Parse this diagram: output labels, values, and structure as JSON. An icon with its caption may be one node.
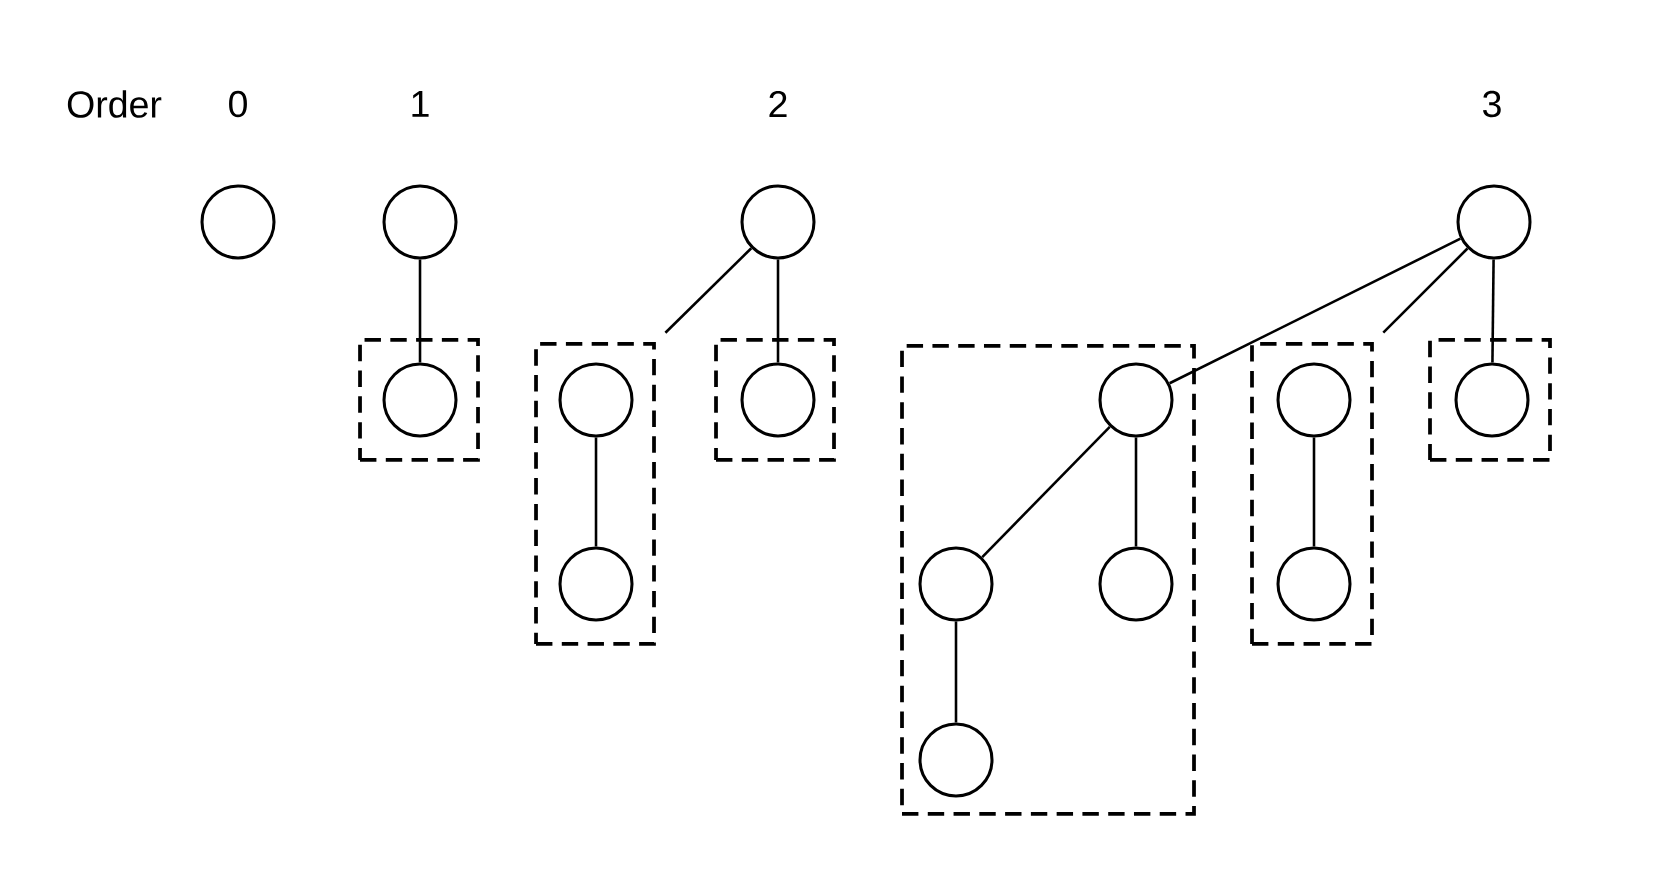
{
  "diagram": {
    "nodes": [
      {
        "text": [],
        "shape": "circle"
      },
      {
        "text": [],
        "shape": "circle"
      },
      {
        "text": [],
        "shape": "box"
      },
      {
        "text": [],
        "shape": "circle",
        "in": 2
      },
      {
        "text": [],
        "shape": "circle"
      },
      {
        "text": [],
        "shape": "box"
      },
      {
        "text": [],
        "shape": "circle",
        "in": 5
      },
      {
        "text": [],
        "shape": "circle",
        "in": 5
      },
      {
        "text": [],
        "shape": "box"
      },
      {
        "text": [],
        "shape": "circle",
        "in": 8
      },
      {
        "text": [],
        "shape": "circle"
      },
      {
        "text": [],
        "shape": "box"
      },
      {
        "text": [],
        "shape": "circle",
        "in": 11
      },
      {
        "text": [],
        "shape": "circle",
        "in": 11
      },
      {
        "text": [],
        "shape": "circle",
        "in": 11
      },
      {
        "text": [],
        "shape": "circle",
        "in": 11
      },
      {
        "text": [],
        "shape": "box"
      },
      {
        "text": [],
        "shape": "circle",
        "in": 16
      },
      {
        "text": [],
        "shape": "circle",
        "in": 16
      },
      {
        "text": [],
        "shape": "box"
      },
      {
        "text": [],
        "shape": "circle",
        "in": 19
      }
    ],
    "edges": [
      {
        "from": 1,
        "to": 3,
        "arrow": "none"
      },
      {
        "from": 4,
        "to": 5,
        "arrow": "none"
      },
      {
        "from": 6,
        "to": 7,
        "arrow": "none"
      },
      {
        "from": 4,
        "to": 9,
        "arrow": "none"
      },
      {
        "from": 10,
        "to": 12,
        "arrow": "none"
      },
      {
        "from": 12,
        "to": 13,
        "arrow": "none"
      },
      {
        "from": 12,
        "to": 14,
        "arrow": "none"
      },
      {
        "from": 13,
        "to": 15,
        "arrow": "none"
      },
      {
        "from": 10,
        "to": 16,
        "arrow": "none"
      },
      {
        "from": 17,
        "to": 18,
        "arrow": "none"
      },
      {
        "from": 10,
        "to": 20,
        "arrow": "none"
      }
    ],
    "labels": [
      "Order",
      "0",
      "1",
      "2",
      "3"
    ]
  }
}
